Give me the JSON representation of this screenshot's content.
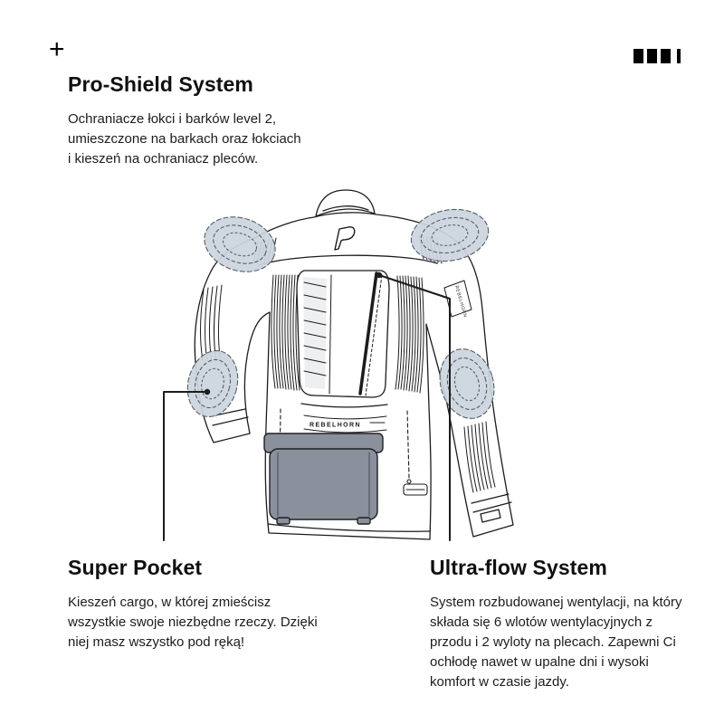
{
  "page": {
    "background": "#ffffff",
    "text_color": "#1c1c1e"
  },
  "decor": {
    "plus_mark": "+"
  },
  "sections": {
    "pro_shield": {
      "title": "Pro-Shield System",
      "body": "Ochraniacze łokci i barków level 2, umieszczone na barkach oraz łokciach i kieszeń na ochraniacz pleców."
    },
    "super_pocket": {
      "title": "Super Pocket",
      "body": "Kieszeń cargo, w której zmieścisz wszystkie swoje niezbędne rzeczy. Dzięki niej masz wszystko pod ręką!"
    },
    "ultra_flow": {
      "title": "Ultra-flow System",
      "body": "System rozbudowanej wentylacji, na który składa się 6 wlotów wentylacyjnych z przodu i 2 wyloty na plecach. Zapewni Ci ochłodę nawet w upalne dni i wysoki komfort w czasie jazdy."
    }
  },
  "illustration": {
    "description": "technical line drawing of a textile motorcycle jacket, back view",
    "brand_text": "REBELHORN",
    "colors": {
      "protector_fill": "#cbd5df",
      "pocket_fill": "#8a919d",
      "line": "#1c1c1e"
    }
  }
}
